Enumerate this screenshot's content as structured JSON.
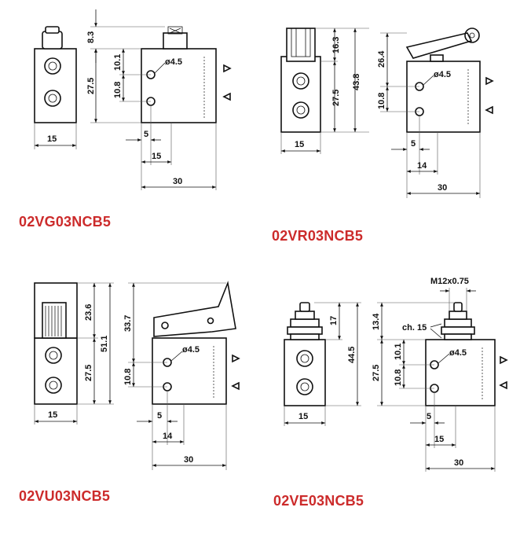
{
  "models": {
    "vg": "02VG03NCB5",
    "vr": "02VR03NCB5",
    "vu": "02VU03NCB5",
    "ve": "02VE03NCB5"
  },
  "dims": {
    "vg": {
      "d1": "8.3",
      "d2": "27.5",
      "d3": "10.1",
      "d4": "10.8",
      "d5": "15",
      "d6": "5",
      "d7": "15",
      "d8": "30",
      "hole": "ø4.5"
    },
    "vr": {
      "d1": "16.3",
      "d2": "43.8",
      "d3": "27.5",
      "d4": "26.4",
      "d5": "10.8",
      "d6": "15",
      "d7": "5",
      "d8": "14",
      "d9": "30",
      "hole": "ø4.5"
    },
    "vu": {
      "d1": "23.6",
      "d2": "51.1",
      "d3": "27.5",
      "d4": "33.7",
      "d5": "10.8",
      "d6": "15",
      "d7": "5",
      "d8": "14",
      "d9": "30",
      "hole": "ø4.5"
    },
    "ve": {
      "d1": "17",
      "d2": "44.5",
      "d3": "13.4",
      "d4": "27.5",
      "d5": "10.8",
      "d6": "10.1",
      "d7": "15",
      "d8": "5",
      "d9": "15",
      "d10": "30",
      "hole": "ø4.5",
      "thread": "M12x0.75",
      "nut": "ch. 15"
    }
  }
}
